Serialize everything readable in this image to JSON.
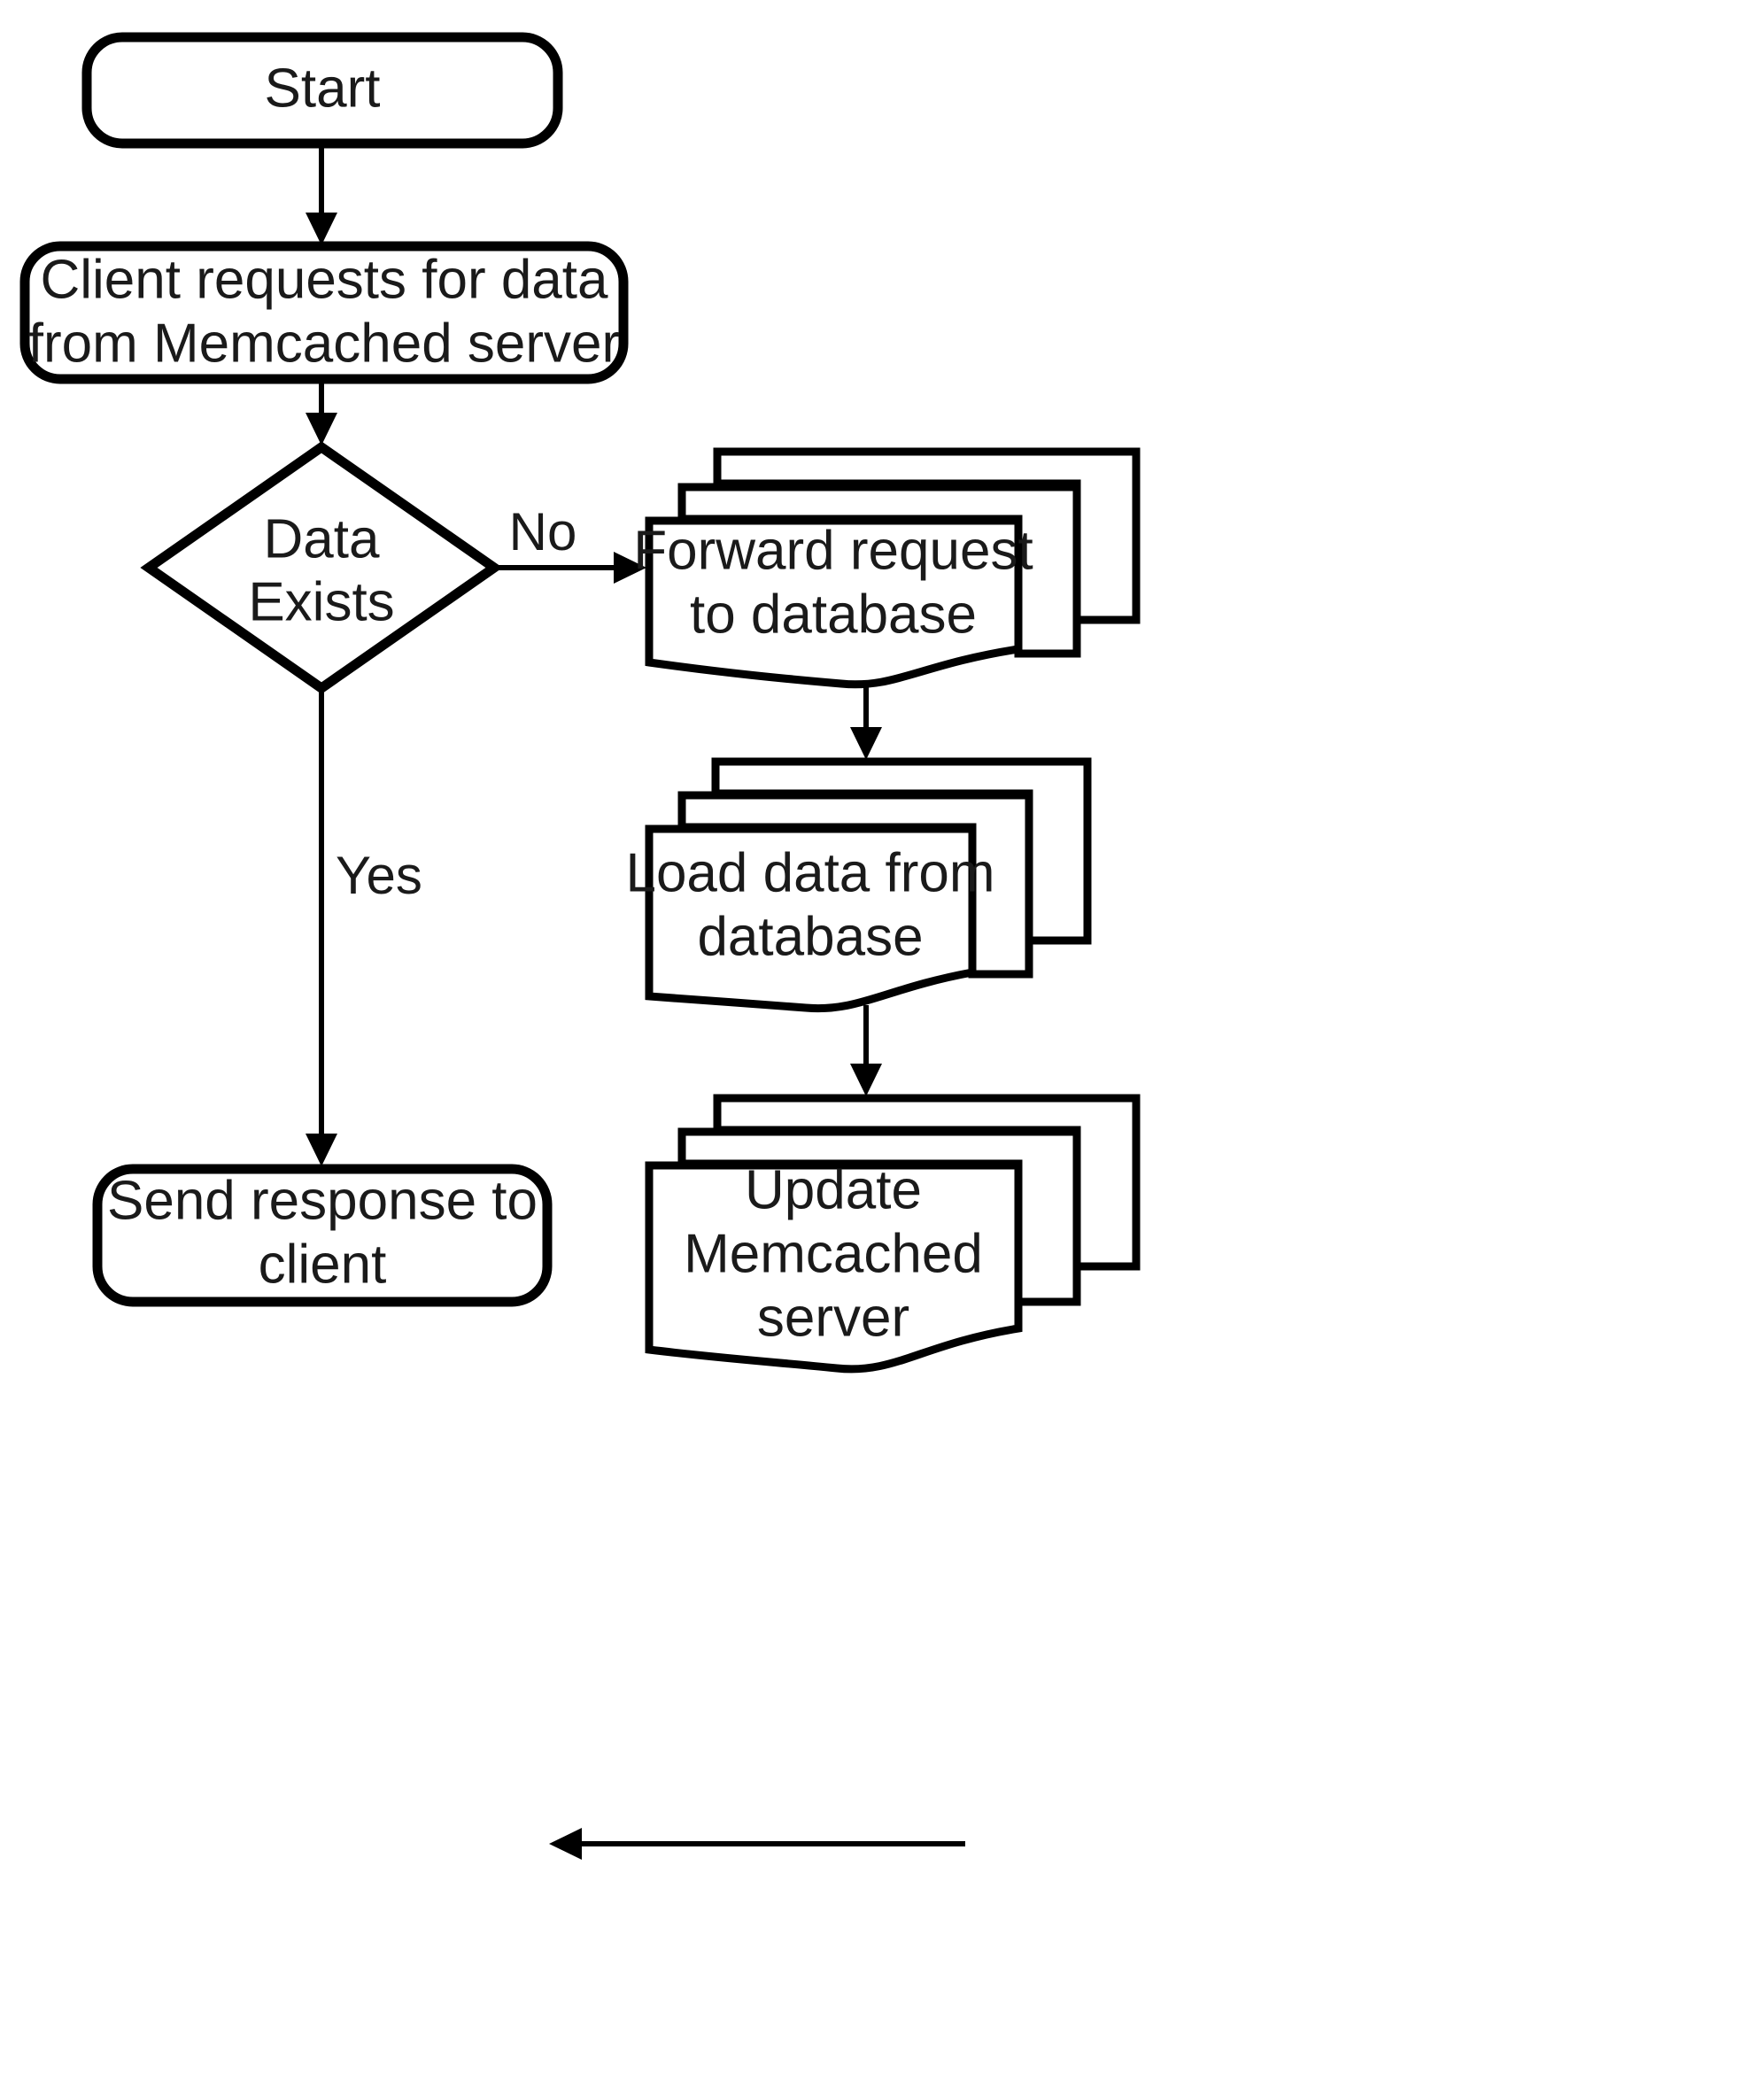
{
  "diagram": {
    "type": "flowchart",
    "title": "Memcached data request flow",
    "background_color": "#ffffff",
    "line_color": "#000000",
    "text_color": "#1a1a1a"
  },
  "nodes": {
    "start": {
      "label": "Start",
      "shape": "terminator-rounded-rectangle"
    },
    "client_request": {
      "line1": "Client requests for data",
      "line2": "from Memcached server",
      "shape": "process-rounded-rectangle"
    },
    "decision": {
      "line1": "Data",
      "line2": "Exists",
      "shape": "decision-diamond"
    },
    "forward_request": {
      "line1": "Forward request",
      "line2": "to database",
      "shape": "multi-document"
    },
    "load_data": {
      "line1": "Load data from",
      "line2": "database",
      "shape": "multi-document"
    },
    "update_memcached": {
      "line1": "Update",
      "line2": "Memcached",
      "line3": "server",
      "shape": "multi-document"
    },
    "send_response": {
      "line1": "Send response to",
      "line2": "client",
      "shape": "process-rounded-rectangle"
    }
  },
  "edges": [
    {
      "id": "start-to-client",
      "from": "start",
      "to": "client_request",
      "label": ""
    },
    {
      "id": "client-to-decision",
      "from": "client_request",
      "to": "decision",
      "label": ""
    },
    {
      "id": "decision-no",
      "from": "decision",
      "to": "forward_request",
      "label": "No"
    },
    {
      "id": "decision-yes",
      "from": "decision",
      "to": "send_response",
      "label": "Yes"
    },
    {
      "id": "forward-to-load",
      "from": "forward_request",
      "to": "load_data",
      "label": ""
    },
    {
      "id": "load-to-update",
      "from": "load_data",
      "to": "update_memcached",
      "label": ""
    },
    {
      "id": "update-to-send",
      "from": "update_memcached",
      "to": "send_response",
      "label": ""
    }
  ],
  "labels": {
    "no": "No",
    "yes": "Yes"
  }
}
